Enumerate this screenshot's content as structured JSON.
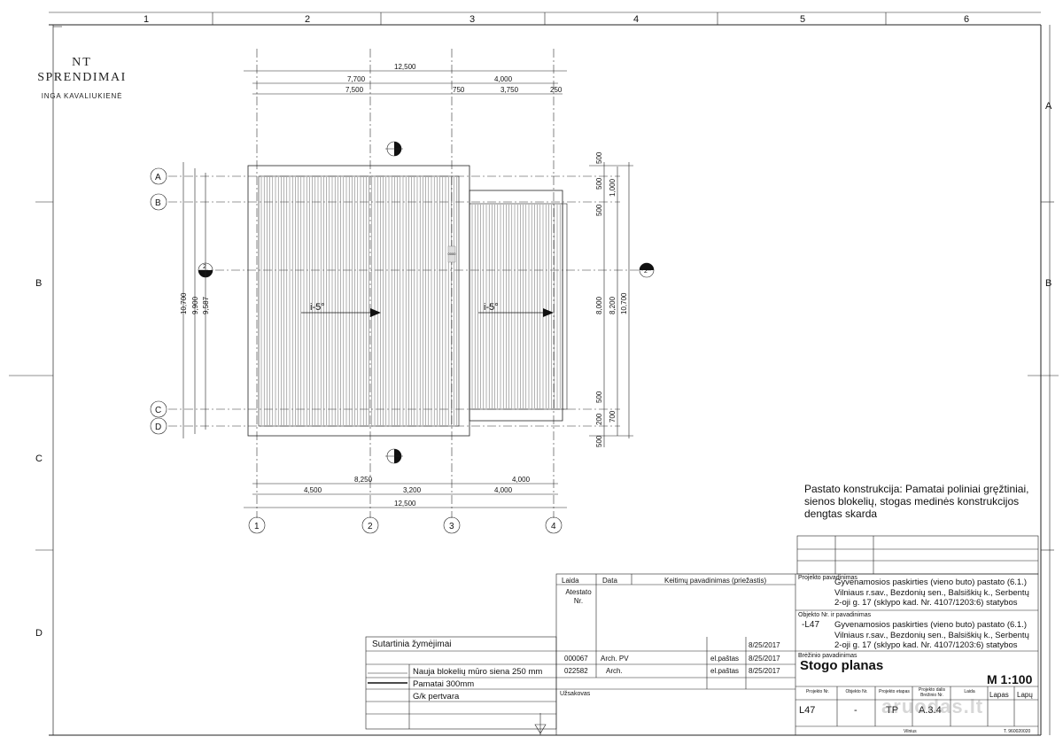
{
  "frame": {
    "col_labels": [
      "1",
      "2",
      "3",
      "4",
      "5",
      "6"
    ],
    "row_labels": [
      "A",
      "B",
      "C",
      "D"
    ]
  },
  "logo": {
    "line1": "NT",
    "line2": "SPRENDIMAI",
    "line3": "INGA KAVALIUKIENĖ"
  },
  "plan": {
    "top_dims": {
      "overall": "12,500",
      "row2": [
        "7,700",
        "4,000"
      ],
      "row3": [
        "7,500",
        "750",
        "3,750",
        "250"
      ]
    },
    "bottom_dims": {
      "row1": [
        "8,250",
        "4,000"
      ],
      "row2": [
        "4,500",
        "3,200",
        "4,000"
      ],
      "overall": "12,500"
    },
    "left_dims": [
      "10,700",
      "9,900",
      "9,587"
    ],
    "right_dims": {
      "small": [
        "500",
        "500",
        "500",
        "500",
        "200",
        "500"
      ],
      "mid": [
        "1,000",
        "8,000",
        "700"
      ],
      "outer": [
        "8,200",
        "10,700"
      ]
    },
    "grid_letters": [
      "A",
      "B",
      "C",
      "D"
    ],
    "grid_numbers": [
      "1",
      "2",
      "3",
      "4"
    ],
    "slopes": [
      "i-5°",
      "i-5°"
    ],
    "section_mark": "2",
    "section_mark_top": "1",
    "small_label": "0000"
  },
  "construction_note": "Pastato konstrukcija: Pamatai poliniai gręžtiniai, sienos blokelių, stogas medinės konstrukcijos dengtas skarda",
  "legend": {
    "title": "Sutartinia žymėjimai",
    "items": [
      "Nauja blokelių mūro siena 250 mm",
      "Pamatai 300mm",
      "G/k pertvara"
    ]
  },
  "revisions": {
    "headers": [
      "Laida",
      "Data",
      "Keitimų pavadinimas (priežastis)"
    ],
    "atestato": "Atestato Nr.",
    "rows": [
      [
        "000067",
        "Arch. PV",
        "el.paštas",
        "8/25/2017"
      ],
      [
        "022582",
        "Arch.",
        "el.paštas",
        "8/25/2017"
      ]
    ],
    "date_top": "8/25/2017",
    "uzsakovas": "Užsakovas"
  },
  "project": {
    "name_label": "Projekto pavadinimas",
    "name": "Gyvenamosios paskirties (vieno buto) pastato (6.1.) Vilniaus r.sav., Bezdonių sen., Balsiškių k., Serbentų 2-oji g. 17 (sklypo kad. Nr. 4107/1203:6) statybos projektas.",
    "object_label": "Objekto Nr. ir pavadinimas",
    "object_no": "-L47",
    "object_name": "Gyvenamosios paskirties (vieno buto) pastato (6.1.) Vilniaus r.sav., Bezdonių sen., Balsiškių k., Serbentų 2-oji g. 17 (sklypo kad. Nr. 4107/1203:6) statybos projektas.",
    "drawing_label": "Brėžinio pavadinimas",
    "drawing_title": "Stogo planas",
    "scale": "M 1:100",
    "col_headers": [
      "Projekto Nr.",
      "Objekto Nr.",
      "Projekto etapas",
      "Projekto dalis Brėžinio Nr.",
      "Laida",
      "Lapas",
      "Lapų"
    ],
    "values": [
      "L47",
      "-",
      "TP",
      "A.3.4",
      "",
      "",
      ""
    ],
    "city": "Vilnius",
    "stamp": "T. 960020020"
  },
  "watermark": "aruodas.lt",
  "colors": {
    "line": "#222222",
    "paper": "#ffffff"
  }
}
